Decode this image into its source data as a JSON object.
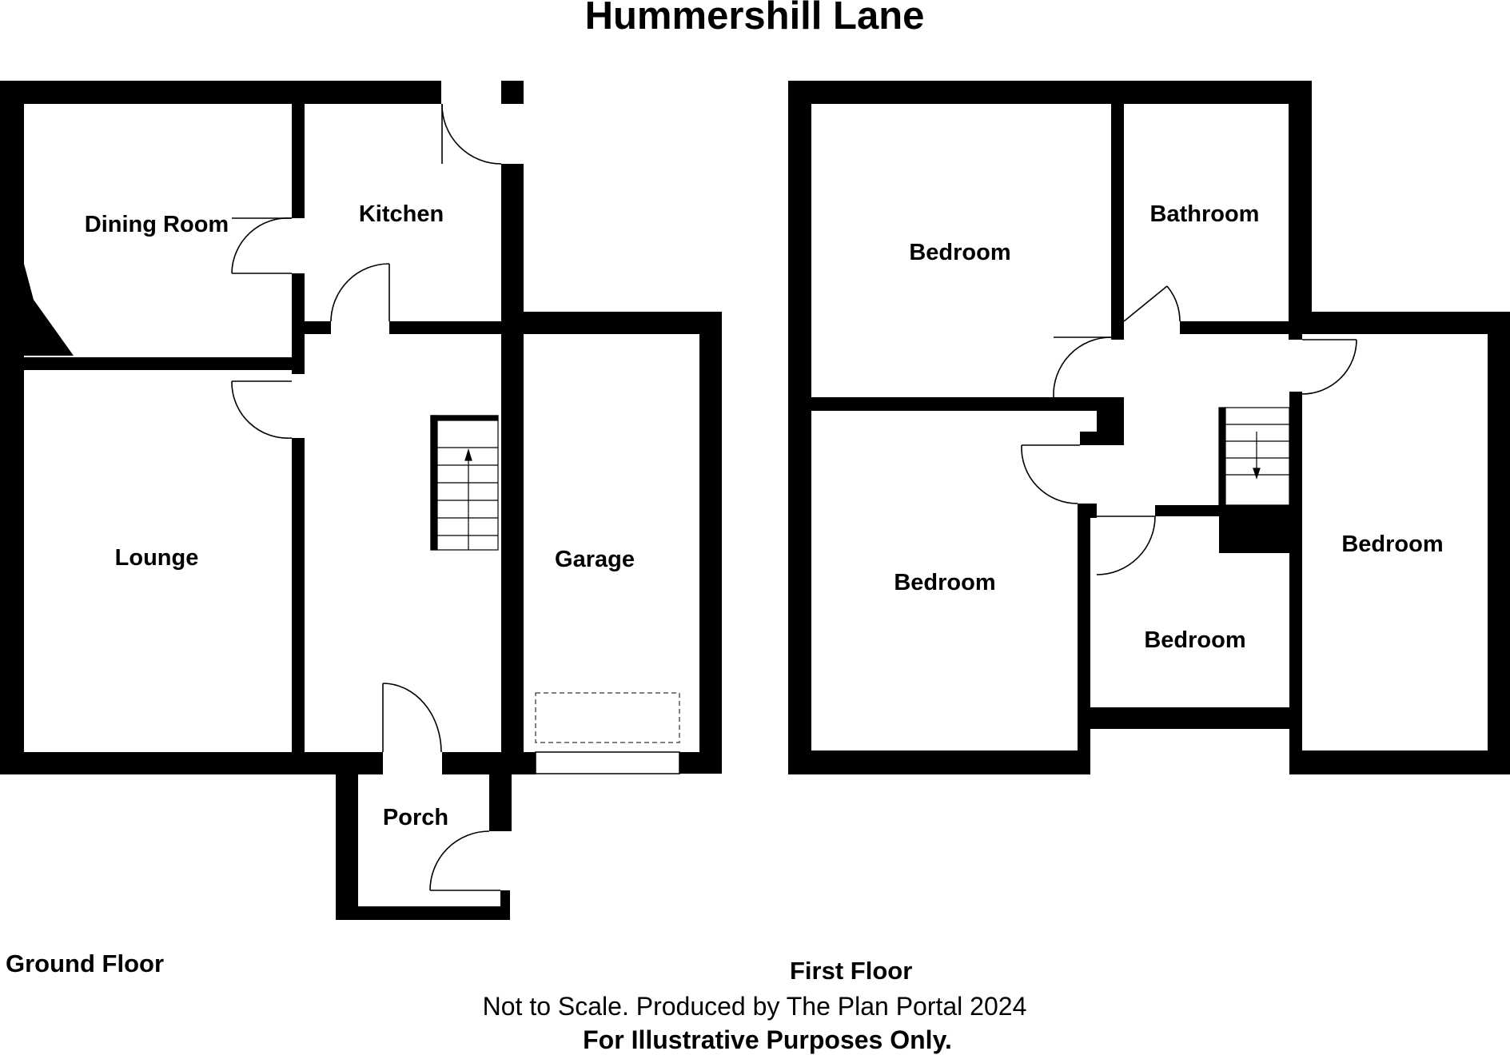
{
  "title": "Hummershill Lane",
  "floors": {
    "ground": {
      "label": "Ground Floor",
      "rooms": {
        "dining": "Dining Room",
        "kitchen": "Kitchen",
        "lounge": "Lounge",
        "garage": "Garage",
        "porch": "Porch"
      }
    },
    "first": {
      "label": "First Floor",
      "rooms": {
        "bedroom_top": "Bedroom",
        "bathroom": "Bathroom",
        "bedroom_left": "Bedroom",
        "bedroom_small": "Bedroom",
        "bedroom_right": "Bedroom"
      }
    }
  },
  "footer": {
    "scale_note": "Not to Scale. Produced by The Plan Portal 2024",
    "disclaimer": "For Illustrative Purposes Only."
  }
}
